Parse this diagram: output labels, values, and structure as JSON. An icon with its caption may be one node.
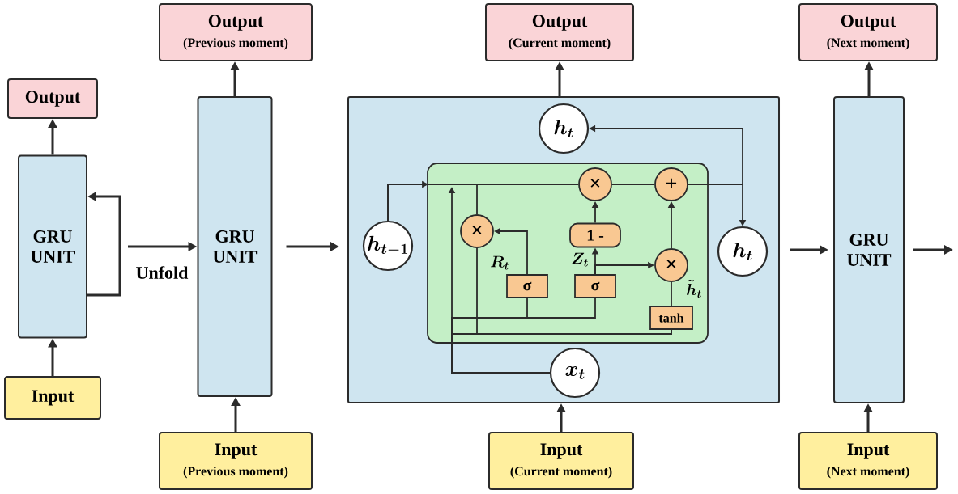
{
  "diagram": {
    "nodes": [
      {
        "text": [
          "Output"
        ]
      },
      {
        "text": [
          "GRU UNIT"
        ]
      },
      {
        "text": [
          "Input"
        ]
      },
      {
        "text": [
          "Output",
          "(Previous moment)"
        ]
      },
      {
        "text": [
          "GRU UNIT"
        ]
      },
      {
        "text": [
          "Input",
          "(Previous moment)"
        ]
      },
      {
        "text": [
          "Output",
          "(Current moment)"
        ]
      },
      {
        "text": [],
        "shape": "box"
      },
      {
        "text": [],
        "shape": "box",
        "in": 7
      },
      {
        "text": [
          "h_t"
        ],
        "in": 7
      },
      {
        "text": [
          "h_{t-1}"
        ],
        "in": 7
      },
      {
        "text": [
          "h_t"
        ],
        "in": 7
      },
      {
        "text": [
          "x_t"
        ],
        "in": 7
      },
      {
        "text": [
          "×"
        ],
        "in": 8
      },
      {
        "text": [
          "×"
        ],
        "in": 8
      },
      {
        "text": [
          "+"
        ],
        "in": 8
      },
      {
        "text": [
          "1 -"
        ],
        "in": 8
      },
      {
        "text": [
          "σ"
        ],
        "in": 8
      },
      {
        "text": [
          "σ"
        ],
        "in": 8
      },
      {
        "text": [
          "×"
        ],
        "in": 8
      },
      {
        "text": [
          "tanh"
        ],
        "in": 8
      },
      {
        "text": [
          "Input",
          "(Current moment)"
        ]
      },
      {
        "text": [
          "Output",
          "(Next moment)"
        ]
      },
      {
        "text": [
          "GRU UNIT"
        ]
      },
      {
        "text": [
          "Input",
          "(Next moment)"
        ]
      }
    ],
    "edges": [
      {
        "from": 2,
        "to": 1,
        "arrow": "to"
      },
      {
        "from": 1,
        "to": 0,
        "arrow": "to"
      },
      {
        "from": 1,
        "to": 1,
        "arrow": "to"
      },
      {
        "from": 1,
        "to": 4,
        "arrow": "to",
        "label": "Unfold"
      },
      {
        "from": 5,
        "to": 4,
        "arrow": "to"
      },
      {
        "from": 4,
        "to": 3,
        "arrow": "to"
      },
      {
        "from": 4,
        "to": 7,
        "arrow": "to"
      },
      {
        "from": 21,
        "to": 7,
        "arrow": "to"
      },
      {
        "from": 7,
        "to": 6,
        "arrow": "to"
      },
      {
        "from": 7,
        "to": 23,
        "arrow": "to"
      },
      {
        "from": 24,
        "to": 23,
        "arrow": "to"
      },
      {
        "from": 23,
        "to": 22,
        "arrow": "to"
      },
      {
        "from": 23,
        "to": null,
        "arrow": "to"
      },
      {
        "from": 10,
        "to": 14,
        "arrow": "to"
      },
      {
        "from": 10,
        "to": 13,
        "arrow": "none"
      },
      {
        "from": 12,
        "to": null,
        "arrow": "to"
      },
      {
        "from": 12,
        "to": 17,
        "arrow": "none"
      },
      {
        "from": 12,
        "to": 18,
        "arrow": "none"
      },
      {
        "from": 12,
        "to": 20,
        "arrow": "none"
      },
      {
        "from": 13,
        "to": 20,
        "arrow": "none"
      },
      {
        "from": 17,
        "to": 13,
        "arrow": "to",
        "label": "R_t"
      },
      {
        "from": 18,
        "to": 16,
        "arrow": "to",
        "label": "Z_t"
      },
      {
        "from": 18,
        "to": 19,
        "arrow": "to"
      },
      {
        "from": 16,
        "to": 14,
        "arrow": "to"
      },
      {
        "from": 14,
        "to": 15,
        "arrow": "none"
      },
      {
        "from": 20,
        "to": 19,
        "arrow": "none",
        "label": "\\tilde{h}_t"
      },
      {
        "from": 19,
        "to": 15,
        "arrow": "to"
      },
      {
        "from": 15,
        "to": 11,
        "arrow": "to"
      },
      {
        "from": 15,
        "to": 9,
        "arrow": "to"
      }
    ]
  }
}
